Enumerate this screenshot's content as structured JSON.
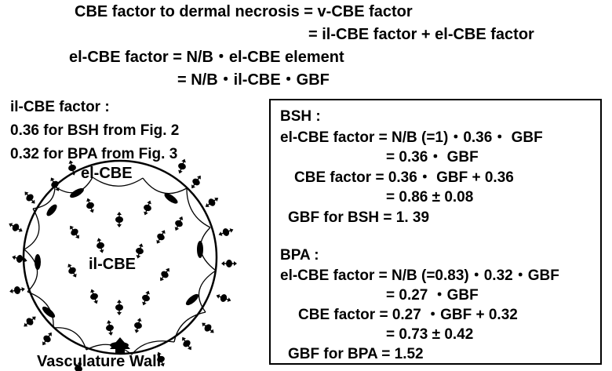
{
  "equations": {
    "line1": "CBE factor to dermal necrosis = v-CBE factor",
    "line2": "= il-CBE factor + el-CBE factor",
    "line3": "el-CBE factor = N/B・el-CBE element",
    "line4": "= N/B・il-CBE・GBF"
  },
  "il_factor": {
    "heading": "il-CBE factor :",
    "bsh": "0.36 for BSH from Fig. 2",
    "bpa": "0.32 for BPA from Fig. 3"
  },
  "diagram": {
    "el_label": "el-CBE",
    "il_label": "il-CBE",
    "wall_label": "Vasculature Wall"
  },
  "box": {
    "bsh": {
      "title": "BSH :",
      "l1": "el-CBE factor = N/B (=1)・0.36・ GBF",
      "l2": "= 0.36・ GBF",
      "l3": "CBE  factor =  0.36・ GBF + 0.36",
      "l4": "=  0.86 ± 0.08",
      "l5": "GBF for BSH = 1. 39"
    },
    "bpa": {
      "title": "BPA :",
      "l1": "el-CBE factor = N/B (=0.83)・0.32・GBF",
      "l2": "= 0.27 ・GBF",
      "l3": "CBE factor = 0.27 ・GBF + 0.32",
      "l4": "= 0.73 ± 0.42",
      "l5": "GBF for BPA = 1.52"
    }
  }
}
